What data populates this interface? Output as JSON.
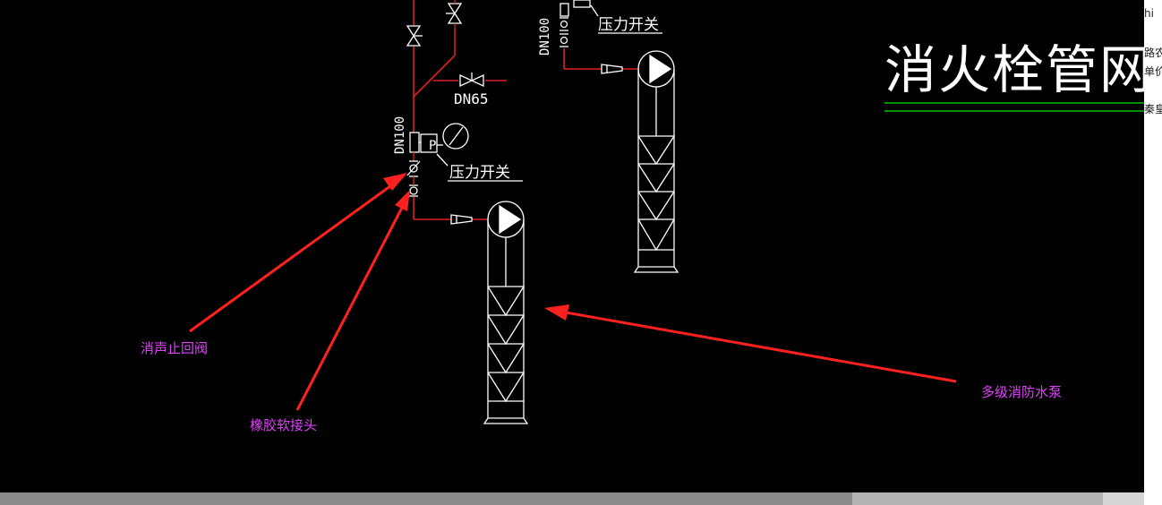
{
  "title": "消火栓管网图",
  "labels": {
    "dn65": "DN65",
    "dn100_left": "DN100",
    "dn100_right": "DN100",
    "pressure_switch_left": "压力开关",
    "pressure_switch_right": "压力开关",
    "pressure_gauge_letter": "P"
  },
  "annotations": {
    "check_valve": "消声止回阀",
    "rubber_joint": "橡胶软接头",
    "pump": "多级消防水泵"
  },
  "side_fragments": [
    "hi",
    "路农",
    "单价",
    "秦皇"
  ],
  "colors": {
    "background": "#000000",
    "pipe": "#e02020",
    "line": "#ffffff",
    "arrow": "#ff2020",
    "annotation": "#e040fb",
    "title_rule": "#00c000"
  }
}
